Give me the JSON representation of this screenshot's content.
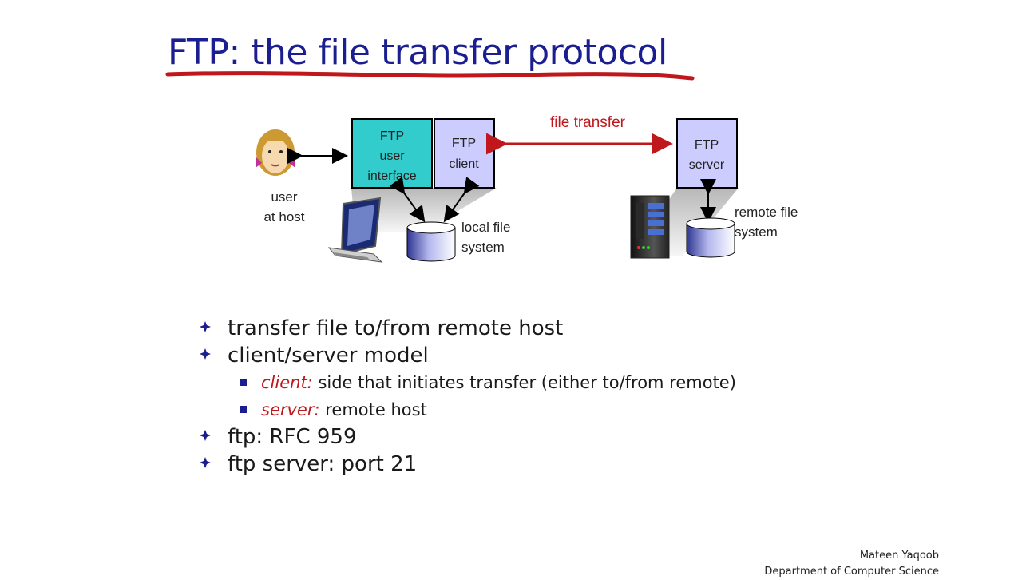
{
  "title": "FTP: the file transfer protocol",
  "diagram": {
    "user_interface_box": [
      "FTP",
      "user",
      "interface"
    ],
    "client_box": [
      "FTP",
      "client"
    ],
    "server_box": [
      "FTP",
      "server"
    ],
    "transfer_label": "file transfer",
    "user_caption": [
      "user",
      "at host"
    ],
    "local_fs_caption": [
      "local file",
      "system"
    ],
    "remote_fs_caption": [
      "remote file",
      "system"
    ],
    "colors": {
      "user_interface_box": "#33cccc",
      "client_box": "#ccccff",
      "server_box": "#ccccff",
      "transfer_arrow": "#c0171c",
      "title": "#1a1e91"
    }
  },
  "bullets": [
    {
      "text": "transfer file to/from remote host"
    },
    {
      "text": "client/server model"
    },
    {
      "em": "client:",
      "text": " side that initiates transfer (either to/from remote)"
    },
    {
      "em": "server:",
      "text": " remote host"
    },
    {
      "text": "ftp: RFC 959"
    },
    {
      "text": "ftp server: port 21"
    }
  ],
  "footer": {
    "author": "Mateen Yaqoob",
    "department": "Department of Computer Science"
  }
}
